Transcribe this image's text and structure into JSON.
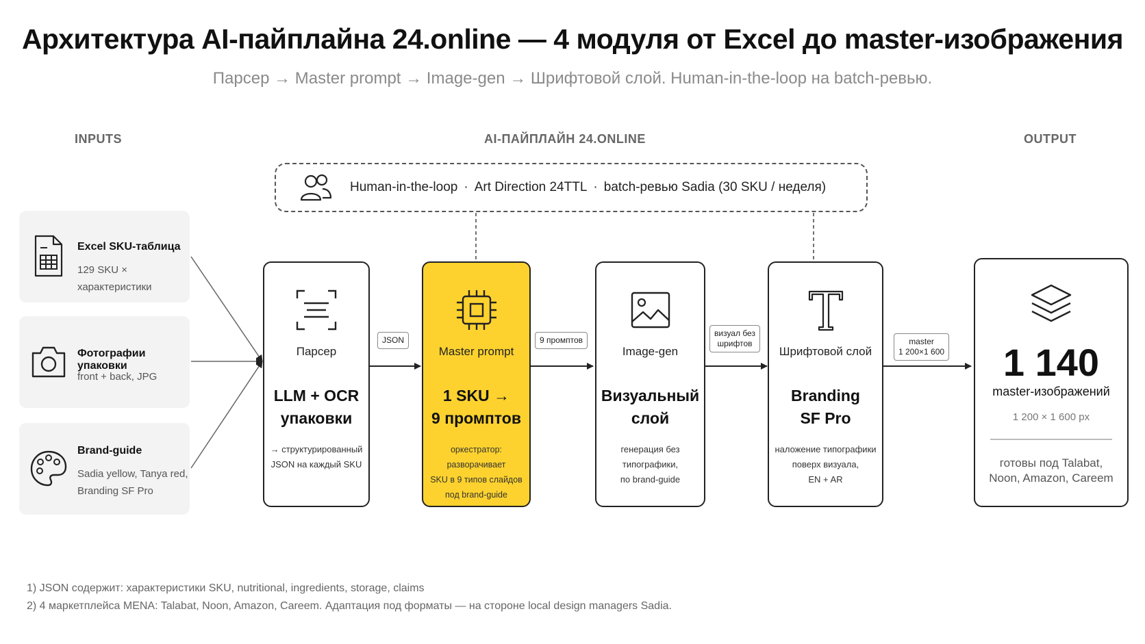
{
  "header": {
    "title": "Архитектура AI-пайплайна 24.online — 4 модуля от Excel до master-изображения",
    "subtitle": "Парсер → Master prompt → Image-gen → Шрифтовой слой. Human-in-the-loop на batch-ревью."
  },
  "columns": {
    "inputs": "INPUTS",
    "pipeline": "AI-ПАЙПЛАЙН 24.ONLINE",
    "output": "OUTPUT"
  },
  "hitl": {
    "icon": "users-icon",
    "part1": "Human-in-the-loop",
    "part2": "Art Direction 24TTL",
    "part3": "batch-ревью Sadia (30 SKU / неделя)",
    "separator": "·"
  },
  "inputs": [
    {
      "icon": "spreadsheet-icon",
      "title": "Excel SKU-таблица",
      "desc1": "129 SKU × характеристики",
      "desc2": ""
    },
    {
      "icon": "camera-icon",
      "title": "Фотографии упаковки",
      "desc1": "front + back, JPG",
      "desc2": ""
    },
    {
      "icon": "palette-icon",
      "title": "Brand-guide",
      "desc1": "Sadia yellow, Tanya red,",
      "desc2": "Branding SF Pro"
    }
  ],
  "modules": [
    {
      "icon": "scan-text-icon",
      "name": "Парсер",
      "big1": "LLM + OCR",
      "big2": "упаковки",
      "small1": "→ структурированный",
      "small2": "JSON на каждый SKU",
      "small3": ""
    },
    {
      "icon": "chip-icon",
      "name": "Master prompt",
      "big1": "1 SKU →",
      "big2": "9 промптов",
      "small1": "оркестратор: разворачивает",
      "small2": "SKU в 9 типов слайдов",
      "small3": "под brand-guide"
    },
    {
      "icon": "image-icon",
      "name": "Image-gen",
      "big1": "Визуальный",
      "big2": "слой",
      "small1": "генерация без типографики,",
      "small2": "по brand-guide",
      "small3": ""
    },
    {
      "icon": "type-icon",
      "name": "Шрифтовой слой",
      "big1": "Branding",
      "big2": "SF Pro",
      "small1": "наложение типографики",
      "small2": "поверх визуала,",
      "small3": "EN + AR"
    }
  ],
  "tags": {
    "t1": "JSON",
    "t2": "9 промптов",
    "t3a": "визуал без",
    "t3b": "шрифтов",
    "t4a": "master",
    "t4b": "1 200×1 600"
  },
  "output": {
    "icon": "layers-icon",
    "number": "1 140",
    "label": "master-изображений",
    "size": "1 200 × 1 600 px",
    "ready1": "готовы под Talabat,",
    "ready2": "Noon, Amazon, Careem"
  },
  "footnotes": {
    "f1": "1)  JSON содержит: характеристики SKU, nutritional, ingredients, storage, claims",
    "f2": "2) 4 маркетплейса MENA: Talabat, Noon, Amazon, Careem. Адаптация под форматы — на стороне local design managers Sadia."
  },
  "colors": {
    "accent_yellow": "#fdd22e",
    "card_gray": "#f3f3f3",
    "border": "#222222"
  }
}
